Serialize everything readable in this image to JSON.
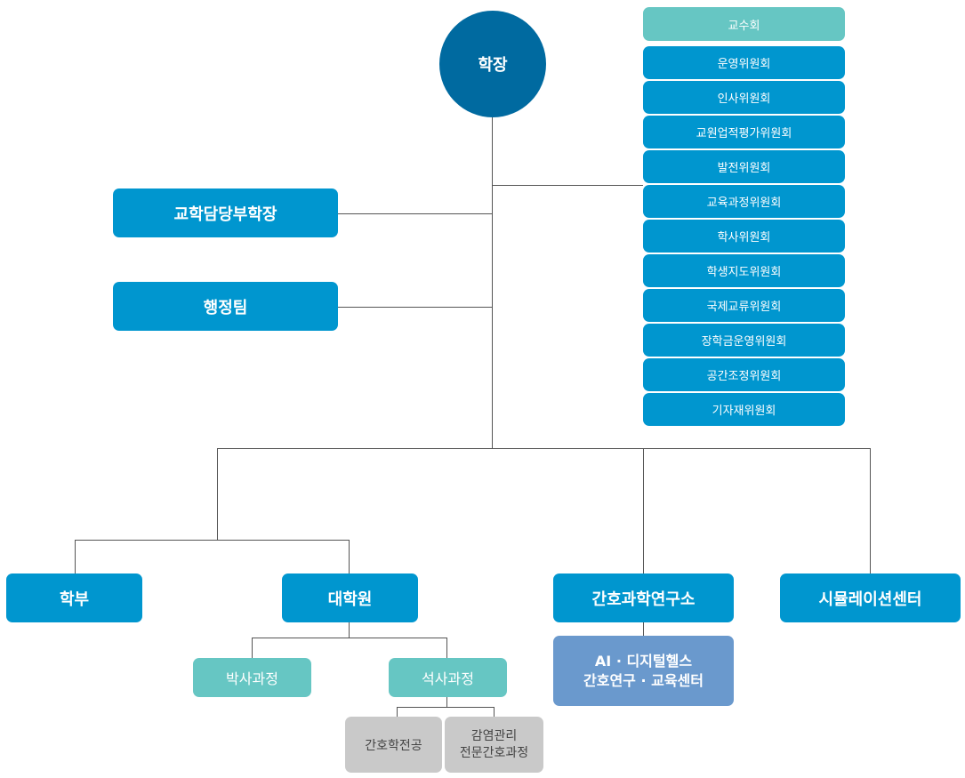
{
  "president": "학장",
  "faculty_council": "교수회",
  "committees": [
    "운영위원회",
    "인사위원회",
    "교원업적평가위원회",
    "발전위원회",
    "교육과정위원회",
    "학사위원회",
    "학생지도위원회",
    "국제교류위원회",
    "장학금운영위원회",
    "공간조정위원회",
    "기자재위원회"
  ],
  "vice_dean": "교학담당부학장",
  "admin_team": "행정팀",
  "undergraduate": "학부",
  "graduate_school": "대학원",
  "research_institute": "간호과학연구소",
  "simulation_center": "시뮬레이션센터",
  "doctoral_course": "박사과정",
  "masters_course": "석사과정",
  "nursing_major": "간호학전공",
  "infection_control": "감염관리\n전문간호과정",
  "ai_center": "AI · 디지털헬스\n간호연구 · 교육센터",
  "colors": {
    "primary_blue": "#0096cf",
    "dark_blue": "#006aa0",
    "teal": "#66c6c3",
    "grey": "#c9c9c9",
    "steel_blue": "#6a99cd"
  }
}
